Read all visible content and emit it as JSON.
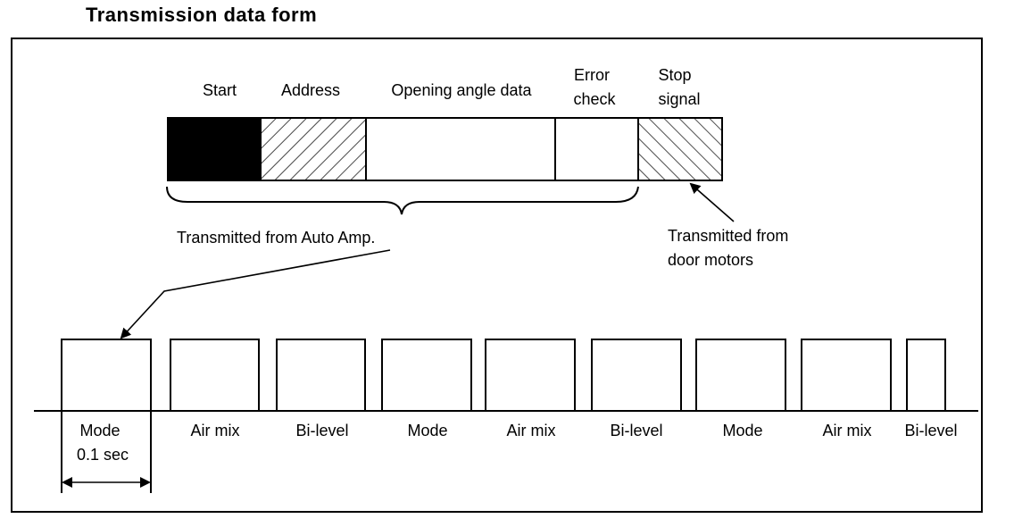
{
  "title": "Transmission data form",
  "frame_labels": {
    "start": "Start",
    "address": "Address",
    "opening_angle_data": "Opening angle data",
    "error_check_1": "Error",
    "error_check_2": "check",
    "stop_signal_1": "Stop",
    "stop_signal_2": "signal"
  },
  "annotations": {
    "auto_amp": "Transmitted from Auto Amp.",
    "door_motors_1": "Transmitted from",
    "door_motors_2": "door motors"
  },
  "sequence": [
    "Mode",
    "Air mix",
    "Bi-level",
    "Mode",
    "Air mix",
    "Bi-level",
    "Mode",
    "Air mix",
    "Bi-level"
  ],
  "duration": "0.1 sec"
}
